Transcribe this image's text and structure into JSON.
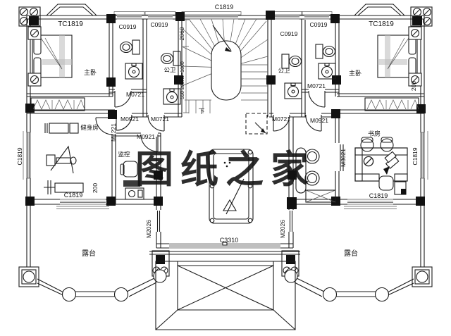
{
  "plan": {
    "watermark": {
      "text": "图纸之家",
      "color": "#cf3128"
    },
    "line_color": "#1b1b1b",
    "rooms": {
      "master_left": "主卧",
      "master_right": "主卧",
      "wc_left": "公卫",
      "wc_right": "公卫",
      "gym": "健身房",
      "monitor": "监控",
      "study": "书房",
      "terrace_left": "露台",
      "terrace_right": "露台",
      "down": "下"
    },
    "windows": {
      "tc1819_left": "TC1819",
      "tc1819_right": "TC1819",
      "c0919_l1": "C0919",
      "c0919_l2": "C0919",
      "c0919_r1": "C0919",
      "c0919_r2": "C0919",
      "c1819_top": "C1819",
      "c1819_left": "C1819",
      "c1819_right": "C1819",
      "c1819_gym": "C1819",
      "c1819_study": "C1819",
      "c3310": "C3310"
    },
    "doors": {
      "m0721_bath_l": "M0721",
      "m0721_bath_r": "M0721",
      "m0921_hall_l": "M0921",
      "m0721_hall_l": "M0721",
      "m0721_hall_r": "M0721",
      "m0921_hall_r": "M0921",
      "m0921_monitor": "M0921",
      "m1221": "M1221",
      "m3021": "M3021",
      "m2026_left": "M2026",
      "m2026_right": "M2026"
    },
    "dimensions": {
      "stair_width": "2060",
      "stair_run": "550 200X9=1800",
      "dim_200_gym": "200",
      "dim_200_right": "200"
    }
  }
}
